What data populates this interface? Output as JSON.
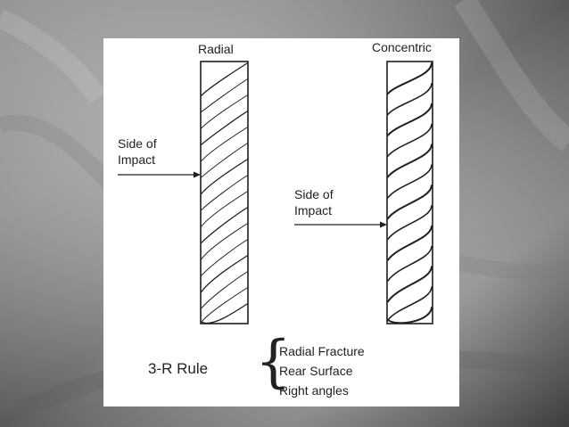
{
  "diagram": {
    "radial_title": "Radial",
    "concentric_title": "Concentric",
    "left_impact": [
      "Side of",
      "Impact"
    ],
    "right_impact": [
      "Side of",
      "Impact"
    ],
    "rule_title": "3-R Rule",
    "rule_items": [
      "Radial Fracture",
      "Rear Surface",
      "Right angles"
    ]
  }
}
